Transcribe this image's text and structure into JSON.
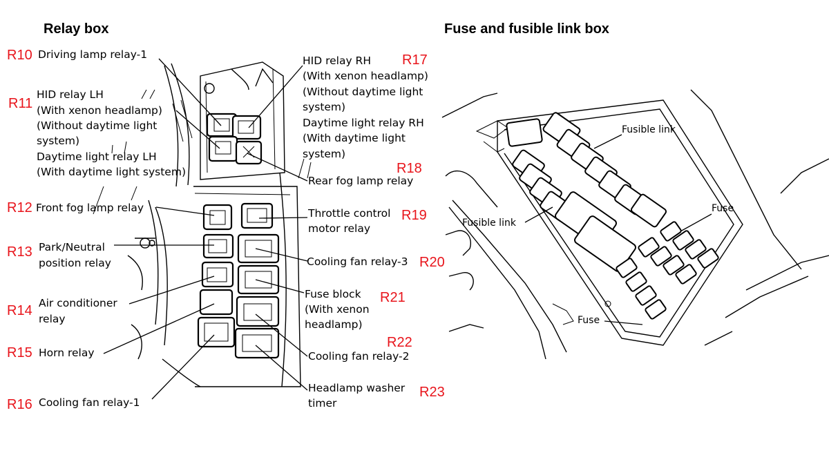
{
  "relay_box": {
    "title": "Relay box",
    "labels": [
      {
        "code": "R10",
        "lines": [
          "Driving lamp relay-1"
        ]
      },
      {
        "code": "R11",
        "lines": [
          "HID relay LH",
          "(With xenon headlamp)",
          "(Without daytime light",
          "system)",
          "Daytime light relay LH",
          "(With daytime light system)"
        ]
      },
      {
        "code": "R12",
        "lines": [
          "Front fog lamp relay"
        ]
      },
      {
        "code": "R13",
        "lines": [
          "Park/Neutral",
          "position relay"
        ]
      },
      {
        "code": "R14",
        "lines": [
          "Air conditioner",
          "relay"
        ]
      },
      {
        "code": "R15",
        "lines": [
          "Horn relay"
        ]
      },
      {
        "code": "R16",
        "lines": [
          "Cooling fan relay-1"
        ]
      },
      {
        "code": "R17",
        "lines": [
          "HID relay RH",
          "(With xenon headlamp)",
          "(Without daytime light",
          "system)",
          "Daytime light relay RH",
          "(With daytime light",
          "system)"
        ]
      },
      {
        "code": "R18",
        "lines": [
          "Rear fog lamp relay"
        ]
      },
      {
        "code": "R19",
        "lines": [
          "Throttle control",
          "motor relay"
        ]
      },
      {
        "code": "R20",
        "lines": [
          "Cooling fan relay-3"
        ]
      },
      {
        "code": "R21",
        "lines": [
          "Fuse block",
          "(With xenon",
          "headlamp)"
        ]
      },
      {
        "code": "R22",
        "lines": [
          "Cooling fan relay-2"
        ]
      },
      {
        "code": "R23",
        "lines": [
          "Headlamp washer",
          "timer"
        ]
      }
    ]
  },
  "fuse_box": {
    "title": "Fuse and fusible link box",
    "labels": [
      "Fusible link",
      "Fuse",
      "Fusible link",
      "Fuse"
    ]
  },
  "colors": {
    "code_color": "#e8141b",
    "line_color": "#000000"
  }
}
